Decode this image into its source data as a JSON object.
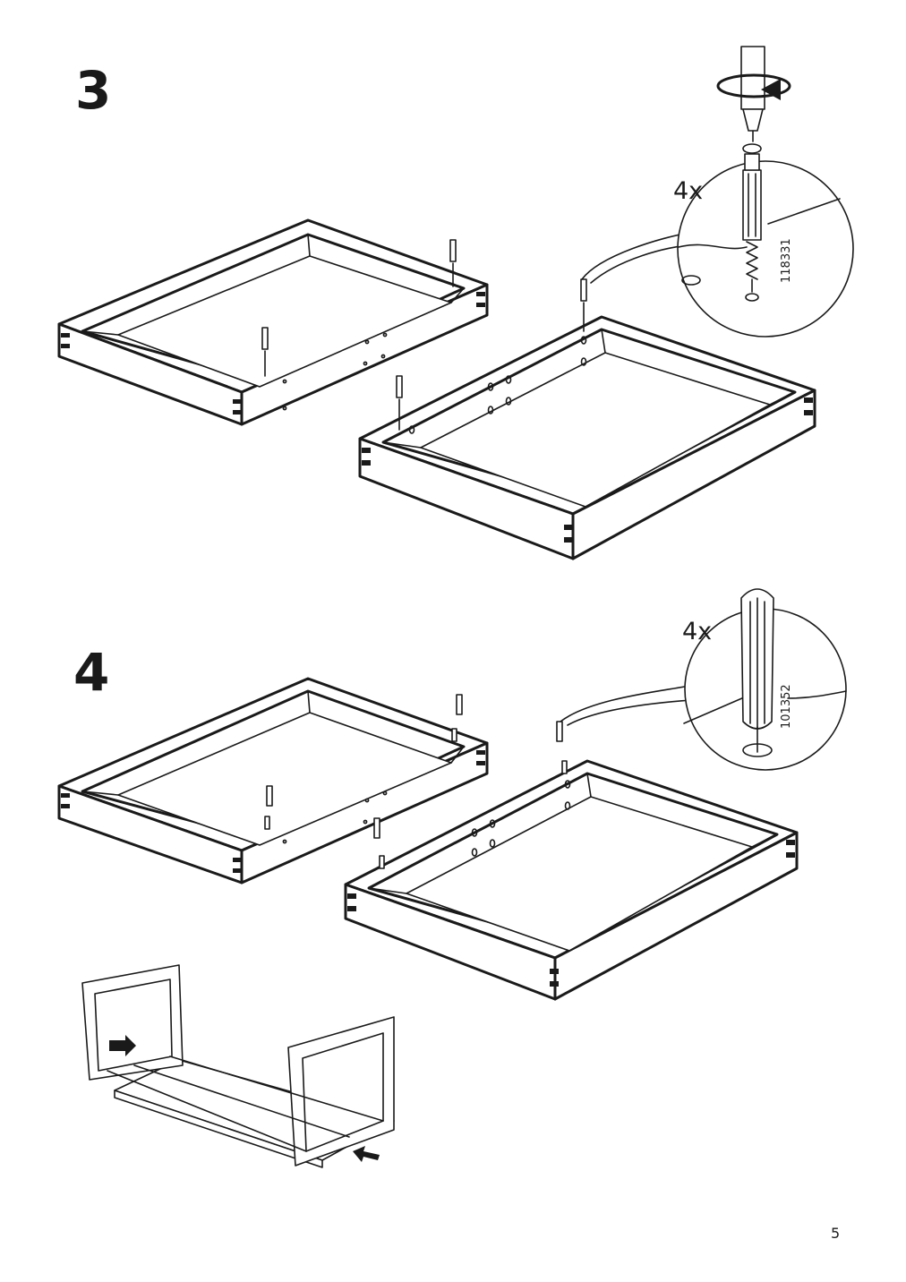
{
  "steps": [
    {
      "number": "3",
      "detail": {
        "quantity": "4x",
        "part_number": "118331"
      }
    },
    {
      "number": "4",
      "detail": {
        "quantity": "4x",
        "part_number": "101352"
      }
    }
  ],
  "page_number": "5",
  "icons": [
    "screwdriver-icon",
    "rotation-arrow-icon",
    "push-arrow-icon"
  ]
}
